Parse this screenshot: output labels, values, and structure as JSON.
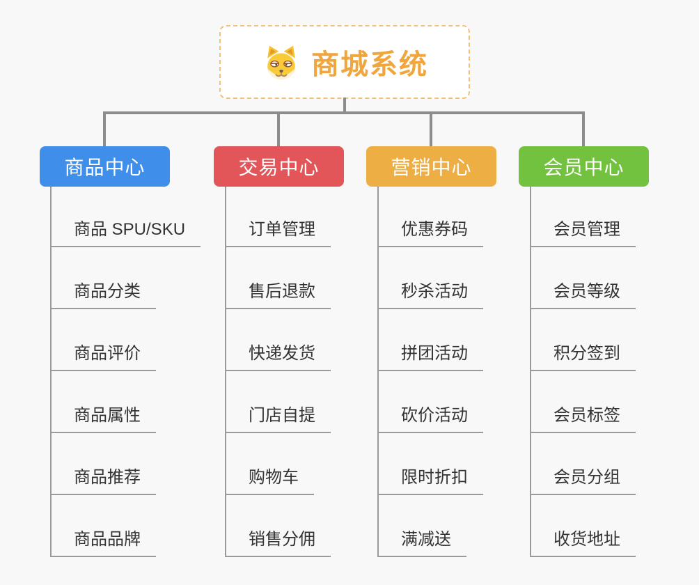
{
  "root": {
    "title": "商城系统",
    "icon": "dog-face-icon"
  },
  "colors": {
    "background": "#f8f8f8",
    "root_border": "#f2c079",
    "root_text": "#f0a63c",
    "connector": "#8c8c8c",
    "leaf_line": "#9a9a9a",
    "leaf_text": "#333333",
    "branch_text": "#ffffff"
  },
  "branches": [
    {
      "label": "商品中心",
      "color": "#3e8eea",
      "children": [
        "商品 SPU/SKU",
        "商品分类",
        "商品评价",
        "商品属性",
        "商品推荐",
        "商品品牌"
      ]
    },
    {
      "label": "交易中心",
      "color": "#e25558",
      "children": [
        "订单管理",
        "售后退款",
        "快递发货",
        "门店自提",
        "购物车",
        "销售分佣"
      ]
    },
    {
      "label": "营销中心",
      "color": "#edae44",
      "children": [
        "优惠券码",
        "秒杀活动",
        "拼团活动",
        "砍价活动",
        "限时折扣",
        "满减送"
      ]
    },
    {
      "label": "会员中心",
      "color": "#72c13f",
      "children": [
        "会员管理",
        "会员等级",
        "积分签到",
        "会员标签",
        "会员分组",
        "收货地址"
      ]
    }
  ]
}
